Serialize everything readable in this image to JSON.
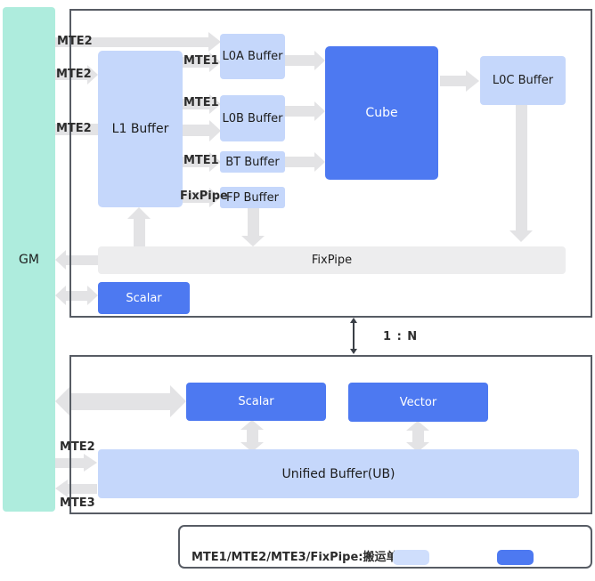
{
  "labels": {
    "gm": "GM",
    "l1_buffer": "L1 Buffer",
    "l0a_buffer": "L0A Buffer",
    "l0b_buffer": "L0B Buffer",
    "bt_buffer": "BT Buffer",
    "fp_buffer": "FP Buffer",
    "cube": "Cube",
    "l0c_buffer": "L0C Buffer",
    "fixpipe_bar": "FixPipe",
    "scalar_top": "Scalar",
    "scalar_bottom": "Scalar",
    "vector": "Vector",
    "unified_buffer": "Unified Buffer(UB)",
    "ratio": "1 : N"
  },
  "edge_labels": {
    "mte2": "MTE2",
    "mte1": "MTE1",
    "mte3": "MTE3",
    "fixpipe": "FixPipe"
  },
  "legend": {
    "caption": "MTE1/MTE2/MTE3/FixPipe:搬运单元"
  },
  "colors": {
    "gm_block": "#aeecdd",
    "buffer_block": "#c5d7fb",
    "compute_block": "#4d79f1",
    "arrow": "#e3e3e5",
    "fixpipe_bar": "#ededee",
    "container_border": "#575c64",
    "legend_storage_swatch": "#cfdefc",
    "legend_compute_swatch": "#4d79f1"
  }
}
